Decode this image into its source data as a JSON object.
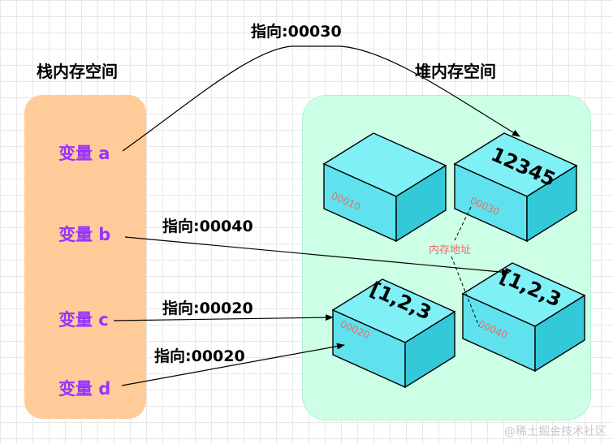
{
  "stack": {
    "title": "栈内存空间",
    "variables": [
      "变量 a",
      "变量 b",
      "变量 c",
      "变量 d"
    ]
  },
  "heap": {
    "title": "堆内存空间",
    "cubes": [
      {
        "value": "",
        "address": "00010"
      },
      {
        "value": "12345",
        "address": "00030"
      },
      {
        "value": "[1,2,3",
        "address": "00020"
      },
      {
        "value": "[1,2,3",
        "address": "00040"
      }
    ],
    "address_label": "内存地址"
  },
  "pointers": {
    "a": "指向:00030",
    "b": "指向:00040",
    "c": "指向:00020",
    "d": "指向:00020"
  },
  "watermark": "@稀土掘金技术社区",
  "colors": {
    "stack_bg": "#ffcc99",
    "heap_bg": "#ccffe6",
    "variable_text": "#9933ff",
    "address_text": "#ea6b66",
    "cube_fill": "#60e2ee"
  }
}
